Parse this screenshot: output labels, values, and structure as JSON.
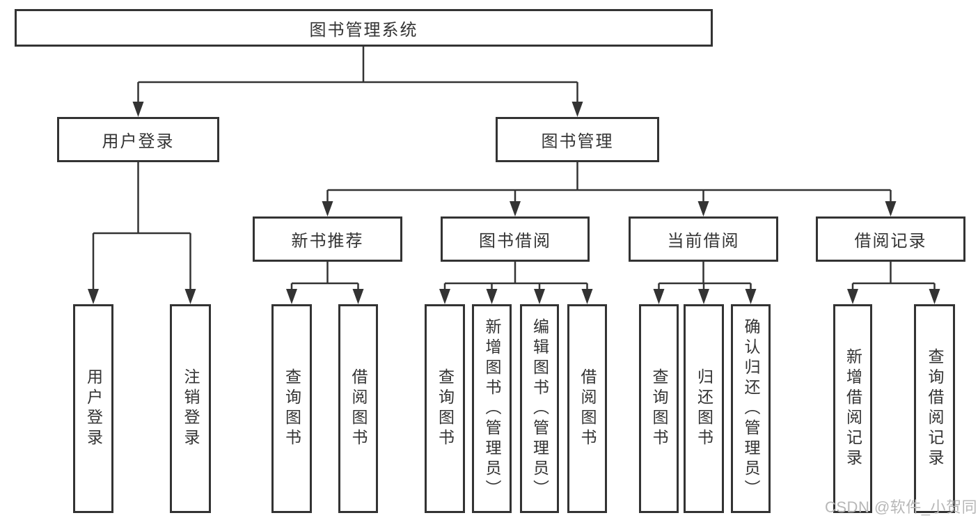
{
  "diagram": {
    "type": "hierarchy-tree",
    "orientation": "top-down",
    "colors": {
      "line": "#333333",
      "border": "#333333",
      "text": "#333333",
      "background": "#ffffff",
      "watermark_text": "#b7b7b7"
    }
  },
  "tree": {
    "root": "图书管理系统",
    "children": [
      {
        "label": "用户登录",
        "children": [
          "用户登录",
          "注销登录"
        ]
      },
      {
        "label": "图书管理",
        "children": [
          {
            "label": "新书推荐",
            "children": [
              "查询图书",
              "借阅图书"
            ]
          },
          {
            "label": "图书借阅",
            "children": [
              "查询图书",
              "新增图书（管理员）",
              "编辑图书（管理员）",
              "借阅图书"
            ]
          },
          {
            "label": "当前借阅",
            "children": [
              "查询图书",
              "归还图书",
              "确认归还（管理员）"
            ]
          },
          {
            "label": "借阅记录",
            "children": [
              "新增借阅记录",
              "查询借阅记录"
            ]
          }
        ]
      }
    ]
  },
  "watermark": {
    "text": "CSDN @软件_小贺同学"
  }
}
